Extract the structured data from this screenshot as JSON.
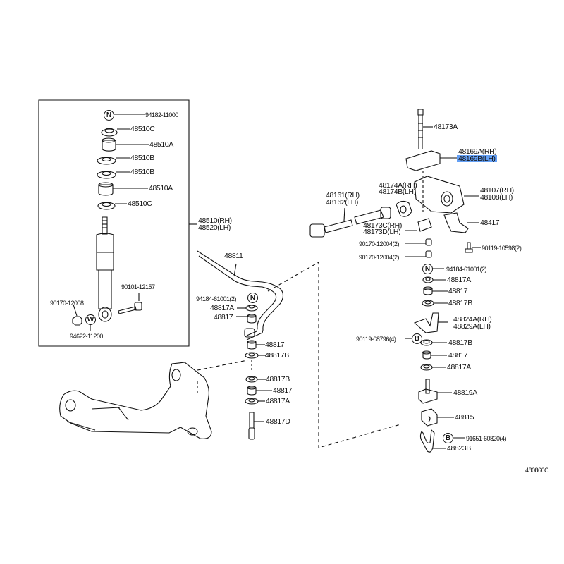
{
  "diagram": {
    "title": "Front suspension / stabilizer parts diagram",
    "figure_id": "480866C",
    "highlight_color": "#64a0f5",
    "shock_box": {
      "parts": [
        {
          "symbol": "N",
          "label": "94182-11000"
        },
        {
          "label": "48510C"
        },
        {
          "label": "48510A"
        },
        {
          "label": "48510B"
        },
        {
          "label": "48510B"
        },
        {
          "label": "48510A"
        },
        {
          "label": "48510C"
        }
      ],
      "assembly": {
        "line1": "48510(RH)",
        "line2": "48520(LH)"
      },
      "bolt": "90101-12157",
      "nut": "90170-12008",
      "washer": {
        "symbol": "W",
        "label": "94622-11200"
      }
    },
    "stabilizer": {
      "bar": "48811",
      "upper_stack": [
        {
          "symbol": "N",
          "label": "94184-61001(2)"
        },
        {
          "label": "48817A"
        },
        {
          "label": "48817"
        }
      ],
      "lower_stack": [
        {
          "label": "48817"
        },
        {
          "label": "48817B"
        },
        {
          "label": "48817B"
        },
        {
          "label": "48817"
        },
        {
          "label": "48817A"
        },
        {
          "label": "48817D"
        }
      ]
    },
    "right_group": {
      "bolt": "48173A",
      "cap": {
        "line1": "48169A(RH)",
        "line2": "48169B(LH)",
        "highlighted": "48169B(LH)"
      },
      "bracket": {
        "line1": "48107(RH)",
        "line2": "48108(LH)"
      },
      "bushing": {
        "line1": "48174A(RH)",
        "line2": "48174B(LH)"
      },
      "shaft": {
        "line1": "48161(RH)",
        "line2": "48162(LH)"
      },
      "retainer": {
        "line1": "48173C(RH)",
        "line2": "48173D(LH)"
      },
      "plate": "48417",
      "nut1": "90170-12004(2)",
      "nut2": "90170-12004(2)",
      "bolt2": "90119-10598(2)",
      "stack": [
        {
          "symbol": "N",
          "label": "94184-61001(2)"
        },
        {
          "label": "48817A"
        },
        {
          "label": "48817"
        },
        {
          "label": "48817B"
        }
      ],
      "bracket2": {
        "line1": "48824A(RH)",
        "line2": "48829A(LH)"
      },
      "bolt3": {
        "symbol": "B",
        "label": "90119-08796(4)"
      },
      "stack2": [
        {
          "label": "48817B"
        },
        {
          "label": "48817"
        },
        {
          "label": "48817A"
        }
      ],
      "stud": "48819A",
      "cushion": "48815",
      "clamp_bolt": {
        "symbol": "B",
        "label": "91651-60820(4)"
      },
      "clamp": "48823B"
    }
  }
}
